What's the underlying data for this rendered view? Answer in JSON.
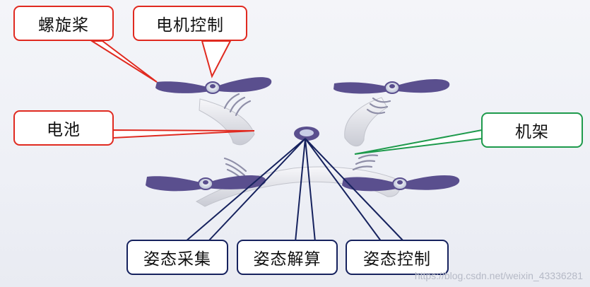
{
  "labels": {
    "propeller": "螺旋桨",
    "motor_control": "电机控制",
    "battery": "电池",
    "frame": "机架",
    "attitude_acquisition": "姿态采集",
    "attitude_solving": "姿态解算",
    "attitude_control": "姿态控制"
  },
  "watermark": "https://blog.csdn.net/weixin_43336281",
  "colors": {
    "hardware_callout": "#e02a20",
    "frame_callout": "#1e9a4c",
    "software_callout": "#16225e",
    "propeller": "#5a4f8e"
  }
}
